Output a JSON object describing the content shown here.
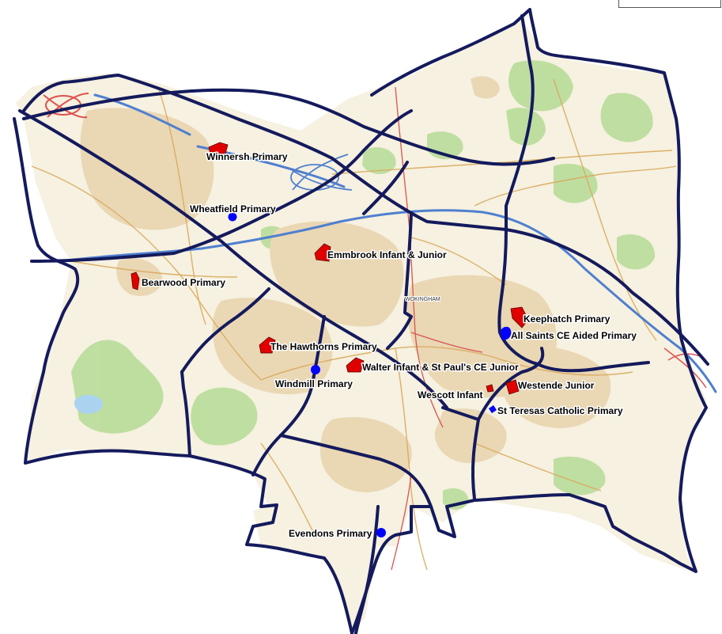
{
  "map": {
    "town_label": "WOKINGHAM",
    "colors": {
      "boundary": "#141a5c",
      "motorway": "#4f7fd0",
      "school_infant_junior": "#e00000",
      "school_primary": "#0000ff",
      "land": "#f6f1e0",
      "woodland": "#b9dc9a",
      "urban": "#ead7b4"
    },
    "schools": [
      {
        "name": "Winnersh Primary",
        "category": "infant_junior"
      },
      {
        "name": "Wheatfield Primary",
        "category": "primary"
      },
      {
        "name": "Emmbrook Infant & Junior",
        "category": "infant_junior"
      },
      {
        "name": "Bearwood Primary",
        "category": "infant_junior"
      },
      {
        "name": "Keephatch Primary",
        "category": "infant_junior"
      },
      {
        "name": "All Saints CE Aided Primary",
        "category": "primary"
      },
      {
        "name": "The Hawthorns Primary",
        "category": "infant_junior"
      },
      {
        "name": "Walter Infant & St Paul's CE Junior",
        "category": "infant_junior"
      },
      {
        "name": "Windmill Primary",
        "category": "primary"
      },
      {
        "name": "Wescott Infant",
        "category": "infant_junior"
      },
      {
        "name": "Westende Junior",
        "category": "infant_junior"
      },
      {
        "name": "St Teresas Catholic Primary",
        "category": "primary"
      },
      {
        "name": "Evendons Primary",
        "category": "primary"
      }
    ]
  }
}
